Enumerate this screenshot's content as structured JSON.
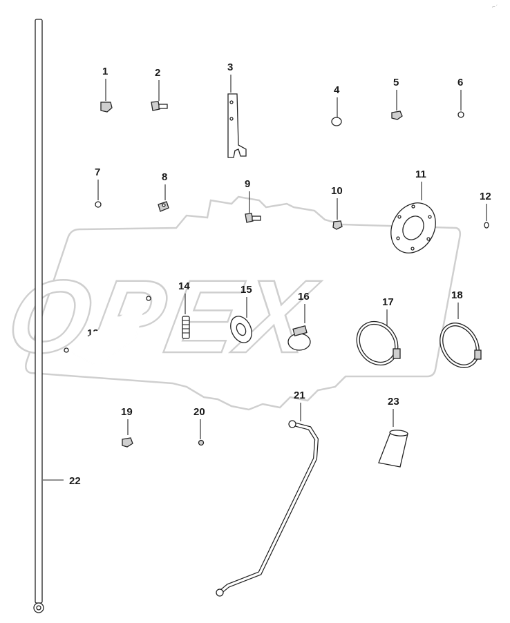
{
  "watermark": {
    "brand_text": "OPEX"
  },
  "corner_mark": "⌐´",
  "callouts": {
    "c1": "1",
    "c2": "2",
    "c3": "3",
    "c4": "4",
    "c5": "5",
    "c6": "6",
    "c7": "7",
    "c8": "8",
    "c9": "9",
    "c10": "10",
    "c11": "11",
    "c12": "12",
    "c13": "13",
    "c14": "14",
    "c15": "15",
    "c16": "16",
    "c17": "17",
    "c18": "18",
    "c19": "19",
    "c20": "20",
    "c21": "21",
    "c22": "22",
    "c23": "23"
  },
  "colors": {
    "line": "#222222",
    "watermark": "#cfcfcf",
    "background": "#ffffff"
  }
}
